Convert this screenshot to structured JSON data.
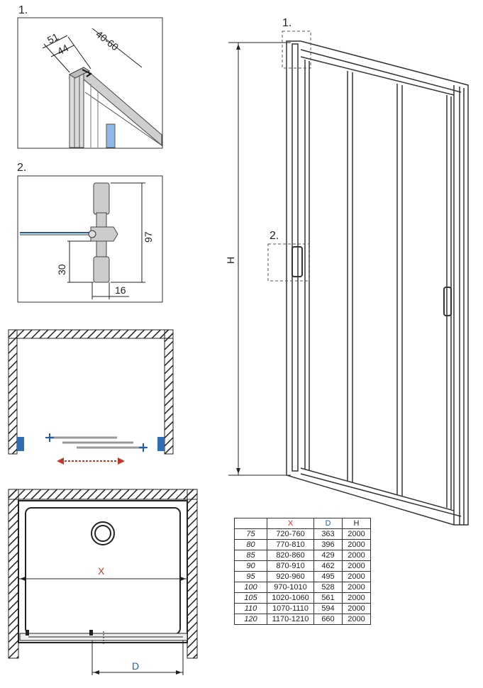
{
  "detail1": {
    "label": "1.",
    "dims": {
      "a": "51",
      "b": "44",
      "c": "40-60"
    }
  },
  "detail2": {
    "label": "2.",
    "dims": {
      "height": "97",
      "offset": "30",
      "width": "16"
    }
  },
  "elevation": {
    "label_1": "1.",
    "label_2": "2.",
    "height_label": "H"
  },
  "plan": {
    "x_label": "X",
    "d_label": "D"
  },
  "colors": {
    "accent_red": "#c0392b",
    "accent_blue": "#1f5fa8",
    "wall_blue": "#2f6db5"
  },
  "table": {
    "headers": [
      "",
      "X",
      "D",
      "H"
    ],
    "rows": [
      [
        "75",
        "720-760",
        "363",
        "2000"
      ],
      [
        "80",
        "770-810",
        "396",
        "2000"
      ],
      [
        "85",
        "820-860",
        "429",
        "2000"
      ],
      [
        "90",
        "870-910",
        "462",
        "2000"
      ],
      [
        "95",
        "920-960",
        "495",
        "2000"
      ],
      [
        "100",
        "970-1010",
        "528",
        "2000"
      ],
      [
        "105",
        "1020-1060",
        "561",
        "2000"
      ],
      [
        "110",
        "1070-1110",
        "594",
        "2000"
      ],
      [
        "120",
        "1170-1210",
        "660",
        "2000"
      ]
    ]
  }
}
